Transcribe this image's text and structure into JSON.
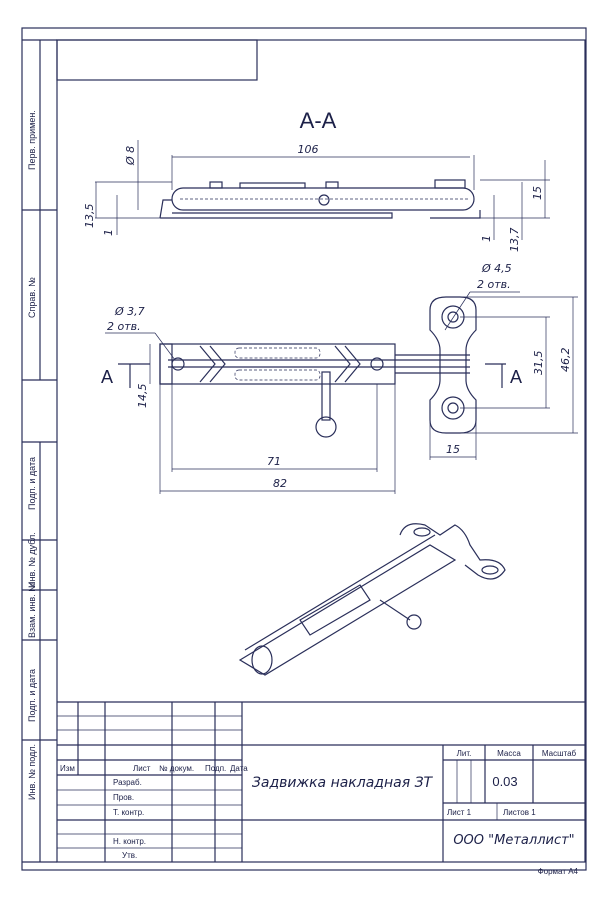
{
  "side_strip": {
    "perv_primen": "Перв. примен.",
    "sprav_no": "Справ. №",
    "podp_data_1": "Подп. и дата",
    "inv_dubl": "Инв. № дубл.",
    "vzam_inv": "Взам. инв. №",
    "podp_data_2": "Подп. и дата",
    "inv_podl": "Инв. № подл."
  },
  "section": {
    "title": "А-А",
    "dims": {
      "length": "106",
      "dia": "Ø 8",
      "left_height": "13,5",
      "left_gap": "1",
      "right_gap": "1",
      "right_height": "13,7",
      "total_height": "15"
    }
  },
  "plan": {
    "hole_left": "Ø 3,7",
    "hole_left_count": "2 отв.",
    "hole_right": "Ø 4,5",
    "hole_right_count": "2 отв.",
    "cut_left": "А",
    "cut_right": "А",
    "dims": {
      "width": "14,5",
      "inner": "71",
      "overall": "82",
      "bracket_width": "15",
      "hole_spacing": "31,5",
      "bracket_height": "46,2"
    }
  },
  "title_block": {
    "headers": {
      "izm": "Изм",
      "list": "Лист",
      "ndokum": "№ докум.",
      "podp": "Подп.",
      "data": "Дата"
    },
    "roles": [
      "Разраб.",
      "Пров.",
      "Т. контр.",
      "Н. контр.",
      "Утв."
    ],
    "product_name": "Задвижка накладная ЗТ",
    "lit_label": "Лит.",
    "mass_label": "Масса",
    "scale_label": "Масштаб",
    "mass_value": "0.03",
    "sheet": "Лист 1",
    "sheets": "Листов 1",
    "company": "ООО \"Металлист\"",
    "format": "Формат А4"
  }
}
